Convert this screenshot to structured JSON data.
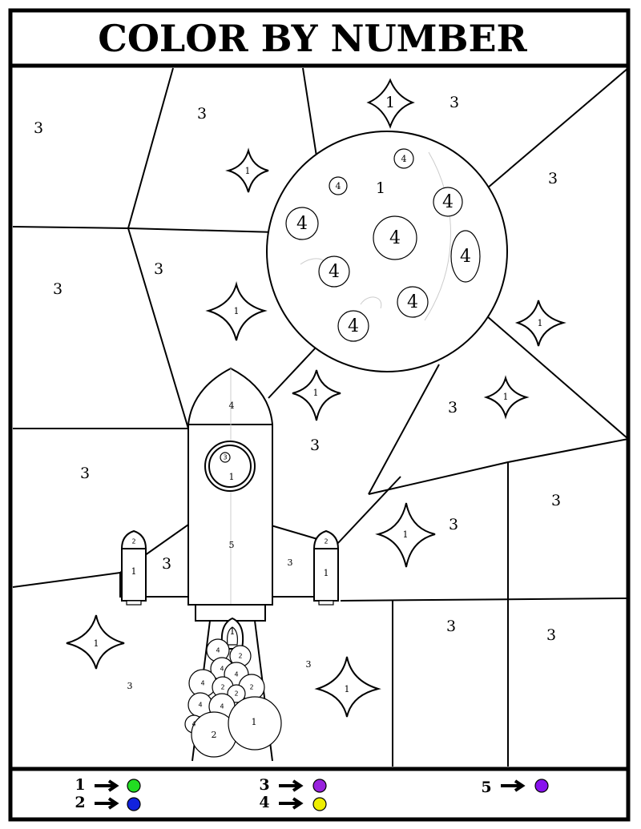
{
  "title": "COLOR BY NUMBER",
  "labels": {
    "one": "1",
    "two": "2",
    "three": "3",
    "four": "4",
    "five": "5"
  },
  "legend": [
    {
      "number": "1",
      "color": "#22dd22"
    },
    {
      "number": "2",
      "color": "#1122dd"
    },
    {
      "number": "3",
      "color": "#9922dd"
    },
    {
      "number": "4",
      "color": "#eeee00"
    },
    {
      "number": "5",
      "color": "#8811ee"
    }
  ]
}
